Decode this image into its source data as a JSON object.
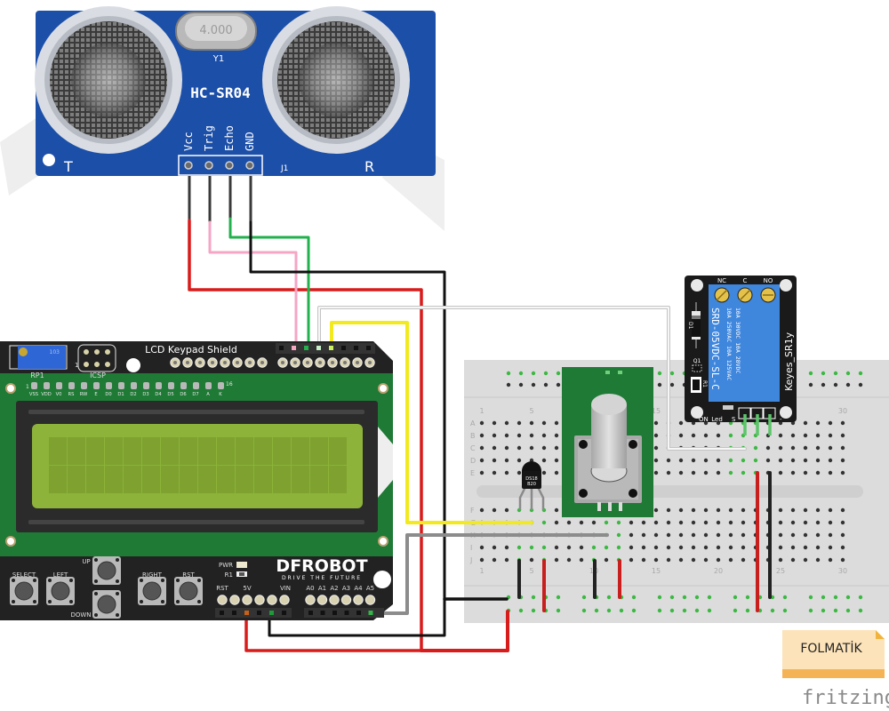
{
  "diagram": {
    "tool_logo": "fritzing",
    "watermark_note": "FOLMATİK",
    "colors": {
      "wire_red": "#d81b1b",
      "wire_black": "#111111",
      "wire_pink": "#f4a6c4",
      "wire_green": "#22b14c",
      "wire_yellow": "#f2ea1f",
      "wire_gray": "#8c8c8c",
      "wire_white": "#f2f2f2",
      "pcb_blue": "#1c4fa8",
      "pcb_green": "#1f7a35",
      "pcb_black": "#222222",
      "lcd_screen": "#8db33a",
      "relay_blue": "#3f86dd",
      "breadboard": "#dcdcdc",
      "note_bg": "#fde3b9",
      "note_band": "#f4b455"
    }
  },
  "ultrasonic_sensor": {
    "model": "HC-SR04",
    "crystal_label": "Y1",
    "header_label": "J1",
    "transmitter_label": "T",
    "receiver_label": "R",
    "crystal_marking": "4.000",
    "pins": [
      "Vcc",
      "Trig",
      "Echo",
      "GND"
    ]
  },
  "lcd_shield": {
    "title": "LCD Keypad Shield",
    "pot_label": "RP1",
    "pot_marking": "103",
    "icsp_label": "ICSP",
    "icsp_pin1": "1",
    "lcd_pin_first": "1",
    "lcd_pin_last": "16",
    "lcd_pins": [
      "VSS",
      "VDD",
      "V0",
      "RS",
      "RW",
      "E",
      "D0",
      "D1",
      "D2",
      "D3",
      "D4",
      "D5",
      "D6",
      "D7",
      "A",
      "K"
    ],
    "lcd_rows": 2,
    "lcd_cols": 16,
    "buttons": [
      "SELECT",
      "LEFT",
      "UP",
      "DOWN",
      "RIGHT",
      "RST"
    ],
    "pwr_label": "PWR",
    "r1_label": "R1",
    "brand": "DFROBOT",
    "tagline": "DRIVE THE FUTURE",
    "power_labels": [
      "RST",
      "5V",
      "VIN"
    ],
    "analog_labels": [
      "A0",
      "A1",
      "A2",
      "A3",
      "A4",
      "A5"
    ]
  },
  "relay": {
    "terminals": [
      "NC",
      "C",
      "NO"
    ],
    "model": "SRD-05VDC-SL-C",
    "ratings": [
      "10A 250VAC  10A 125VAC",
      "10A  30VDC  10A  28VDC"
    ],
    "brand": "Keyes_SR1y",
    "d1_label": "D1",
    "q1_label": "Q1",
    "r1_label": "R1",
    "led_label": "ON_Led",
    "signal_label": "S",
    "minus_label": "-"
  },
  "breadboard": {
    "rows_top": [
      "A",
      "B",
      "C",
      "D",
      "E"
    ],
    "rows_bottom": [
      "F",
      "G",
      "H",
      "I",
      "J"
    ],
    "column_markers": [
      "1",
      "5",
      "10",
      "15",
      "20",
      "25",
      "30"
    ]
  },
  "temp_sensor": {
    "label_line1": "DS18",
    "label_line2": "B20"
  },
  "potentiometer": {
    "type": "rotary"
  }
}
